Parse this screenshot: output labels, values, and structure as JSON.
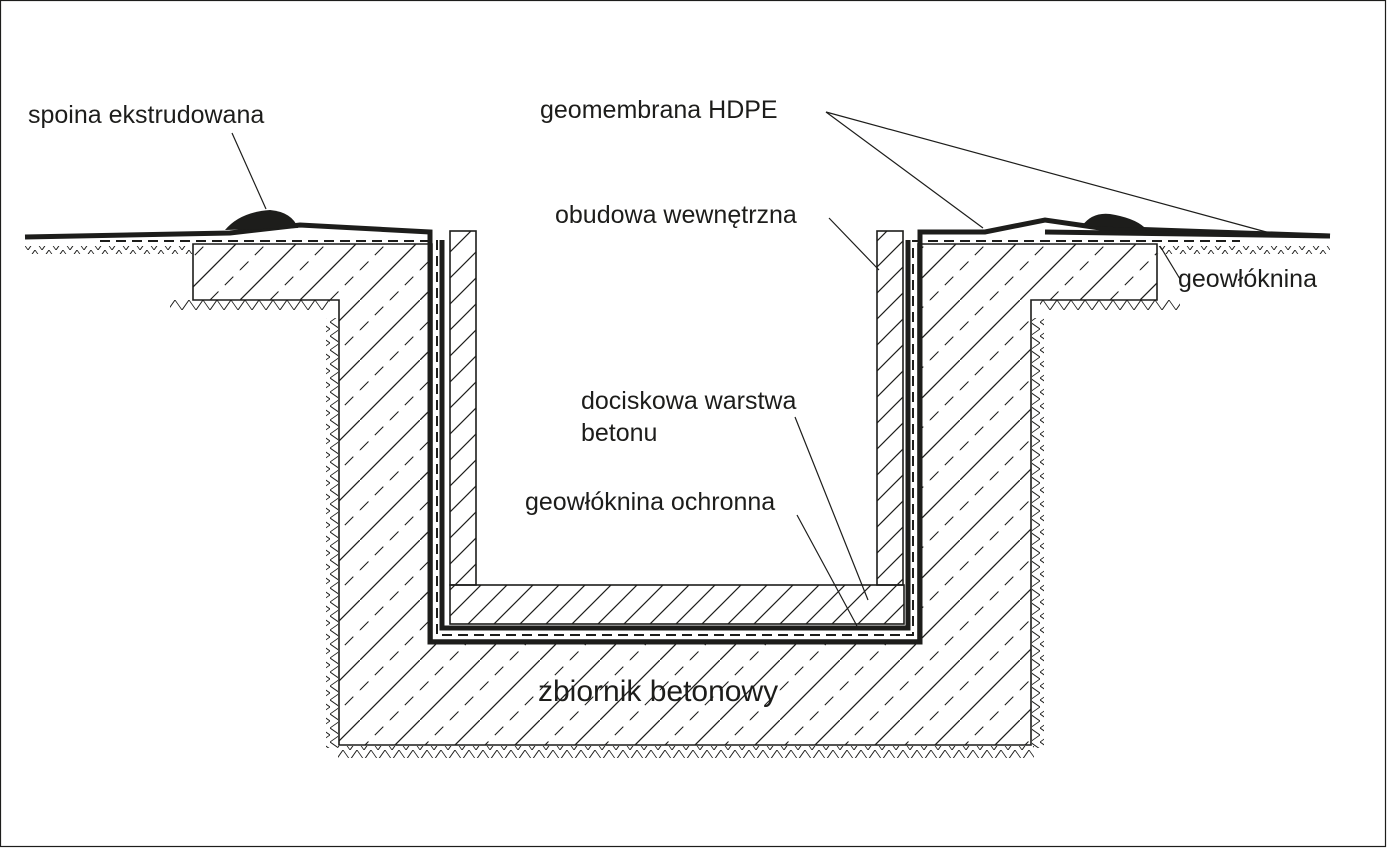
{
  "labels": {
    "weld": "spoina ekstrudowana",
    "geomembrane": "geomembrana HDPE",
    "inner_casing": "obudowa wewnętrzna",
    "geotextile": "geowłóknina",
    "pressure_layer_1": "dociskowa warstwa",
    "pressure_layer_2": "betonu",
    "protective_geotextile": "geowłóknina ochronna",
    "tank": "zbiornik betonowy"
  },
  "colors": {
    "line": "#1d1d1b",
    "membrane": "#1d1d1b",
    "background": "#ffffff"
  }
}
